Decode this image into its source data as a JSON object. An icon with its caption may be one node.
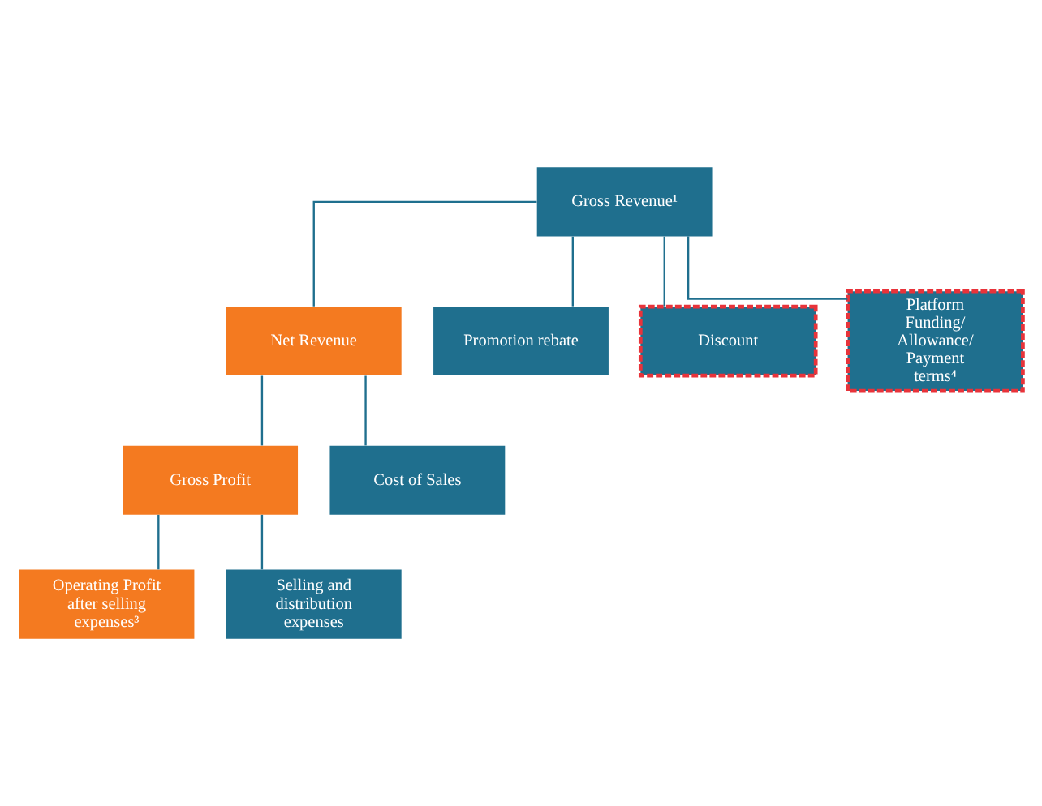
{
  "diagram": {
    "nodes": [
      {
        "text": [
          "Gross Revenue¹"
        ]
      },
      {
        "text": [
          "Net Revenue"
        ]
      },
      {
        "text": [
          "Promotion rebate"
        ]
      },
      {
        "text": [
          "Discount"
        ]
      },
      {
        "text": [
          "Platform Funding/ Allowance/ Payment terms⁴"
        ]
      },
      {
        "text": [
          "Gross Profit"
        ]
      },
      {
        "text": [
          "Cost of Sales"
        ]
      },
      {
        "text": [
          "Operating Profit after selling expenses³"
        ]
      },
      {
        "text": [
          "Selling and distribution expenses"
        ]
      }
    ],
    "edges": [
      {
        "from": 0,
        "to": 1,
        "arrow": "none"
      },
      {
        "from": 0,
        "to": 2,
        "arrow": "none"
      },
      {
        "from": 0,
        "to": 3,
        "arrow": "none"
      },
      {
        "from": 0,
        "to": 4,
        "arrow": "none"
      },
      {
        "from": 1,
        "to": 5,
        "arrow": "none"
      },
      {
        "from": 1,
        "to": 6,
        "arrow": "none"
      },
      {
        "from": 5,
        "to": 7,
        "arrow": "none"
      },
      {
        "from": 5,
        "to": 8,
        "arrow": "none"
      }
    ]
  }
}
